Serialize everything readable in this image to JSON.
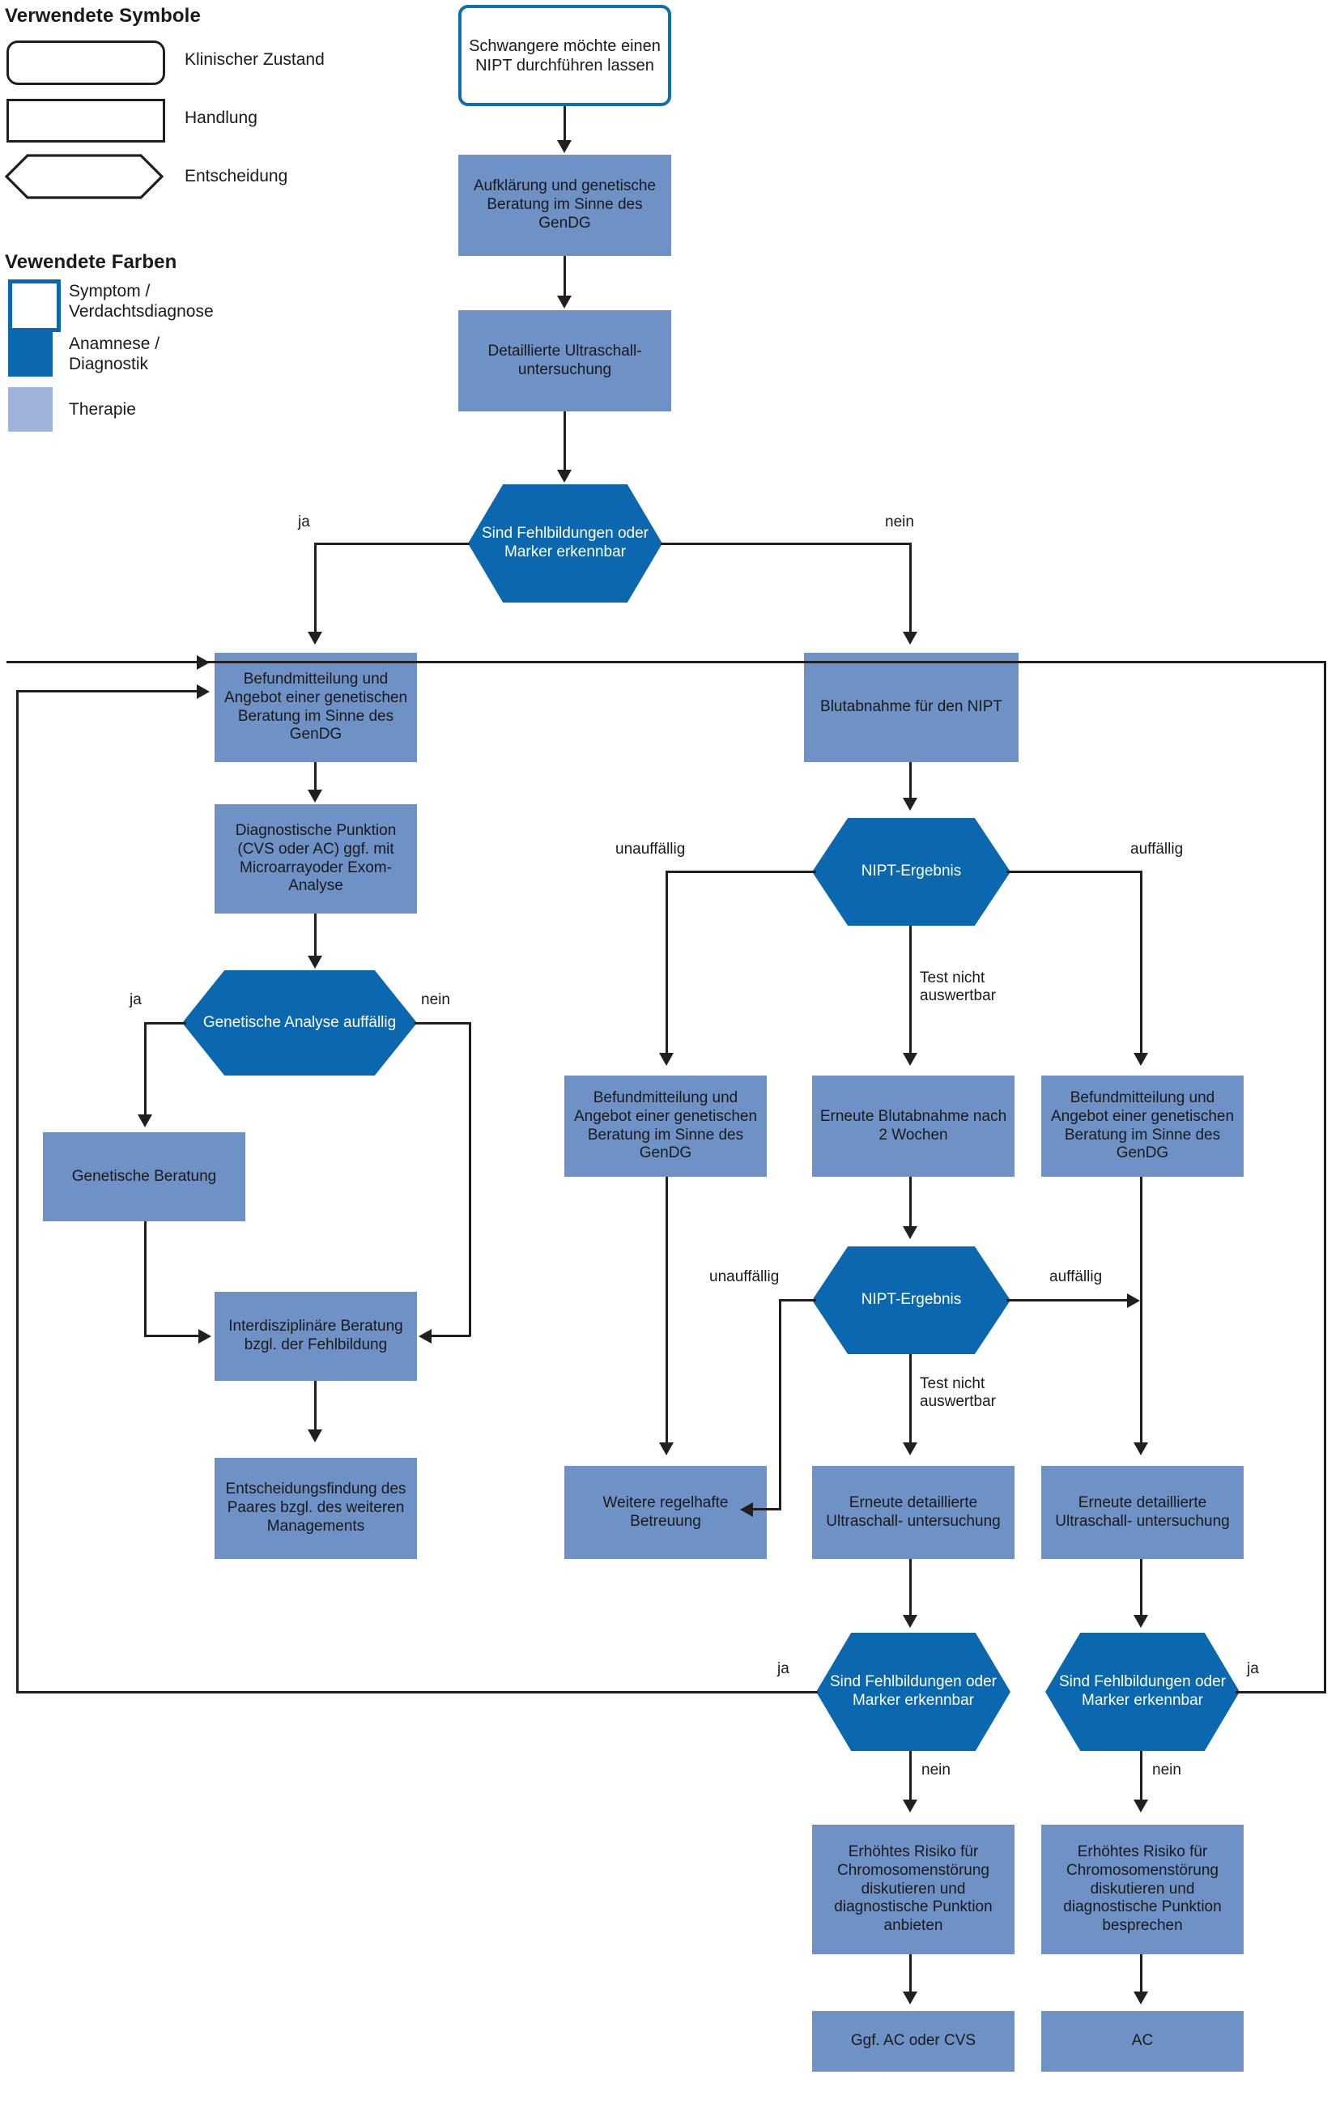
{
  "legend": {
    "symbols_title": "Verwendete Symbole",
    "symbols": [
      {
        "shape": "rounded-rect",
        "label": "Klinischer Zustand"
      },
      {
        "shape": "rect",
        "label": "Handlung"
      },
      {
        "shape": "hexagon",
        "label": "Entscheidung"
      }
    ],
    "colors_title": "Vewendete Farben",
    "colors": [
      {
        "swatch": "outline",
        "hex": "#0B68AE",
        "label": "Symptom /\nVerdachtsdiagnose"
      },
      {
        "swatch": "filled-dark",
        "hex": "#0B68AE",
        "label": "Anamnese /\nDiagnostik"
      },
      {
        "swatch": "filled-light",
        "hex": "#9FB4DB",
        "label": "Therapie"
      }
    ]
  },
  "palette": {
    "decision_blue": "#0B68AE",
    "process_blue": "#6F92C6",
    "therapy_blue": "#9FB4DB",
    "outline": "#231f20",
    "start_border": "#0E6EB1"
  },
  "nodes": {
    "start": "Schwangere möchte einen NIPT durchführen lassen",
    "aufklaerung": "Aufklärung und genetische Beratung im Sinne des GenDG",
    "ultraschall": "Detaillierte Ultraschall- untersuchung",
    "dec_fehlbildungen_1": "Sind Fehlbildungen oder Marker erkennbar",
    "befund_links": "Befundmitteilung und Angebot einer genetischen Beratung im Sinne des GenDG",
    "punktion": "Diagnostische Punktion (CVS oder AC) ggf. mit Microarrayoder Exom-Analyse",
    "dec_genetische_analyse": "Genetische Analyse auffällig",
    "genetische_beratung": "Genetische Beratung",
    "interdisziplinaer": "Interdisziplinäre Beratung bzgl. der Fehlbildung",
    "entscheidungsfindung": "Entscheidungsfindung des Paares bzgl. des weiteren Managements",
    "blutabnahme": "Blutabnahme für den NIPT",
    "dec_nipt_1": "NIPT-Ergebnis",
    "befund_mitte": "Befundmitteilung und Angebot einer genetischen Beratung im Sinne des GenDG",
    "erneute_blutabnahme": "Erneute Blutabnahme nach 2 Wochen",
    "befund_rechts": "Befundmitteilung und Angebot einer genetischen Beratung im Sinne des GenDG",
    "dec_nipt_2": "NIPT-Ergebnis",
    "weitere_betreuung": "Weitere regelhafte Betreuung",
    "erneute_us_mitte": "Erneute detaillierte Ultraschall- untersuchung",
    "erneute_us_rechts": "Erneute detaillierte Ultraschall- untersuchung",
    "dec_fehlbildungen_2": "Sind Fehlbildungen oder Marker erkennbar",
    "dec_fehlbildungen_3": "Sind Fehlbildungen oder Marker erkennbar",
    "risiko_mitte": "Erhöhtes Risiko für Chromosomenstörung diskutieren und diagnostische Punktion anbieten",
    "risiko_rechts": "Erhöhtes Risiko für Chromosomenstörung diskutieren und diagnostische Punktion besprechen",
    "ac_cvs": "Ggf. AC oder CVS",
    "ac": "AC"
  },
  "edge_labels": {
    "ja_1": "ja",
    "nein_1": "nein",
    "ja_genetisch": "ja",
    "nein_genetisch": "nein",
    "unauffaellig_1": "unauffällig",
    "auffaellig_1": "auffällig",
    "test_nicht_auswertbar_1": "Test nicht auswertbar",
    "unauffaellig_2": "unauffällig",
    "auffaellig_2": "auffällig",
    "test_nicht_auswertbar_2": "Test nicht auswertbar",
    "ja_2": "ja",
    "nein_2": "nein",
    "ja_3": "ja",
    "nein_3": "nein"
  }
}
